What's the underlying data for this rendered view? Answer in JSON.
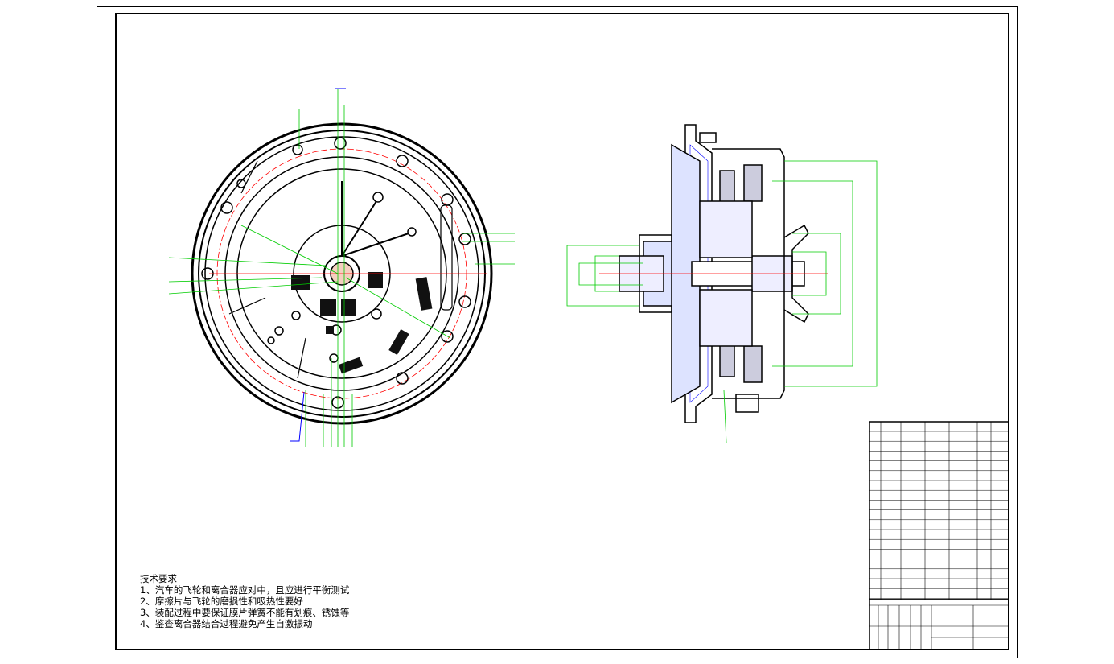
{
  "technical_requirements": {
    "title": "技术要求",
    "items": [
      "1、汽车的飞轮和离合器应对中，且应进行平衡测试",
      "2、摩擦片与飞轮的磨损性和吸热性要好",
      "3、装配过程中要保证膜片弹簧不能有划痕、锈蚀等",
      "4、鉴查离合器结合过程避免产生自激振动"
    ]
  },
  "colors": {
    "line": "#000000",
    "dimension": "#00ff00",
    "center": "#ff0000",
    "hatch": "#0000ff"
  }
}
